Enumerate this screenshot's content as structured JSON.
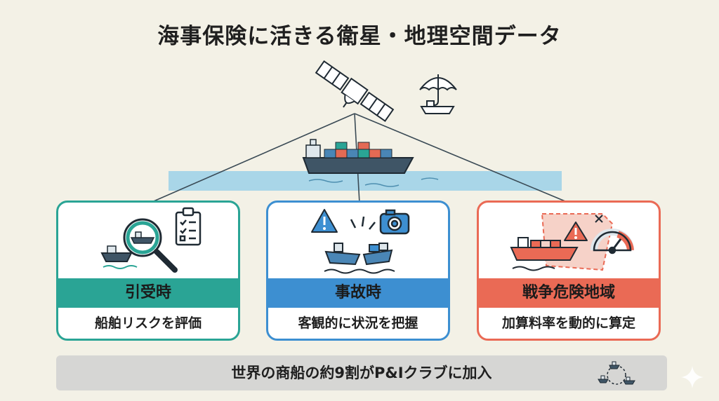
{
  "title": "海事保険に活きる衛星・地理空間データ",
  "colors": {
    "background": "#f3f1e6",
    "teal": "#2aa495",
    "blue": "#3d8fd1",
    "coral": "#ea6a55",
    "sea": "#a9d6e8",
    "ink": "#1f2a33",
    "footer_bg": "#d6d6d4"
  },
  "cards": [
    {
      "heading": "引受時",
      "description": "船舶リスクを評価",
      "accent": "#2aa495",
      "icons": [
        "magnifier-ship-icon",
        "checklist-icon"
      ]
    },
    {
      "heading": "事故時",
      "description": "客観的に状況を把握",
      "accent": "#3d8fd1",
      "icons": [
        "warning-icon",
        "camera-icon",
        "ship-collision-icon"
      ]
    },
    {
      "heading": "戦争危険地域",
      "description": "加算料率を動的に算定",
      "accent": "#ea6a55",
      "icons": [
        "ship-icon",
        "risk-zone-map-icon",
        "gauge-icon"
      ]
    }
  ],
  "footer": {
    "text": "世界の商船の約9割がP&Iクラブに加入",
    "icon": "ship-network-icon"
  },
  "scene_icons": [
    "satellite-icon",
    "umbrella-ship-icon",
    "container-ship-icon",
    "sparkle-icon"
  ]
}
